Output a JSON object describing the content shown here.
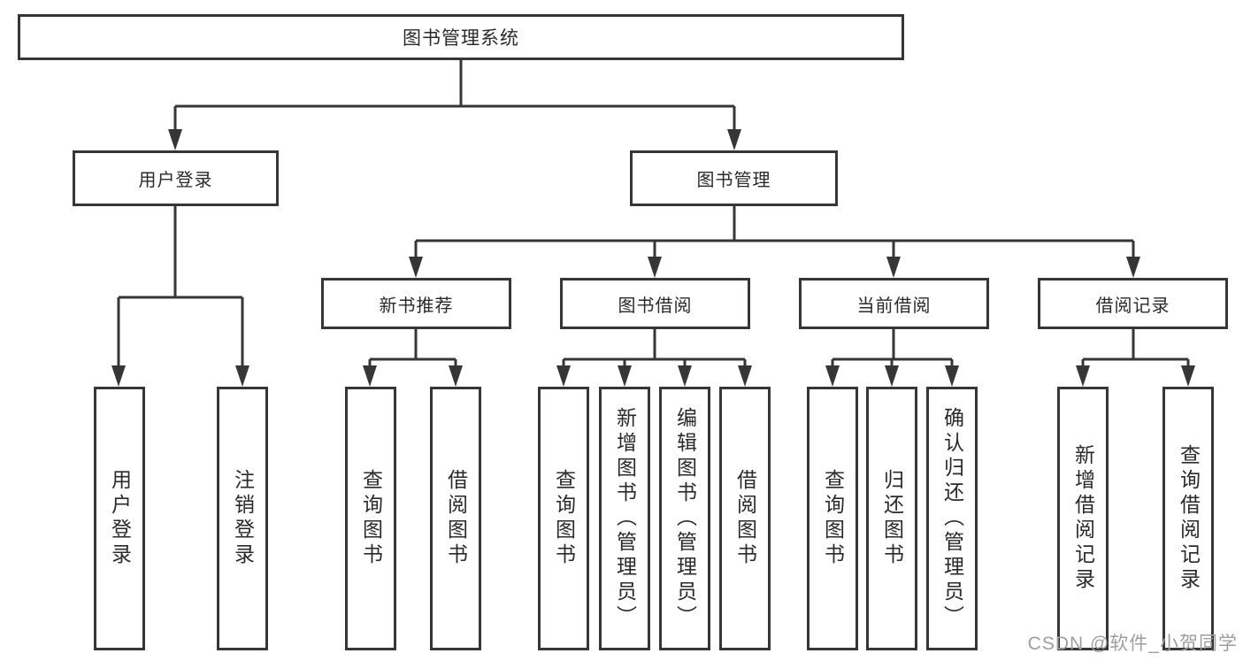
{
  "colors": {
    "line": "#363636",
    "text": "#2a2a2a",
    "watermark_gray": "#9e9e9e",
    "background": "#ffffff"
  },
  "watermark": {
    "text": "CSDN @软件_小贺同学"
  },
  "diagram": {
    "root": {
      "label": "图书管理系统"
    },
    "branches": [
      {
        "label": "用户登录",
        "children": [
          {
            "label": "用户登录"
          },
          {
            "label": "注销登录"
          }
        ]
      },
      {
        "label": "图书管理",
        "children": [
          {
            "label": "新书推荐",
            "children": [
              {
                "label": "查询图书"
              },
              {
                "label": "借阅图书"
              }
            ]
          },
          {
            "label": "图书借阅",
            "children": [
              {
                "label": "查询图书"
              },
              {
                "label": "新增图书（管理员）"
              },
              {
                "label": "编辑图书（管理员）"
              },
              {
                "label": "借阅图书"
              }
            ]
          },
          {
            "label": "当前借阅",
            "children": [
              {
                "label": "查询图书"
              },
              {
                "label": "归还图书"
              },
              {
                "label": "确认归还（管理员）"
              }
            ]
          },
          {
            "label": "借阅记录",
            "children": [
              {
                "label": "新增借阅记录"
              },
              {
                "label": "查询借阅记录"
              }
            ]
          }
        ]
      }
    ]
  }
}
